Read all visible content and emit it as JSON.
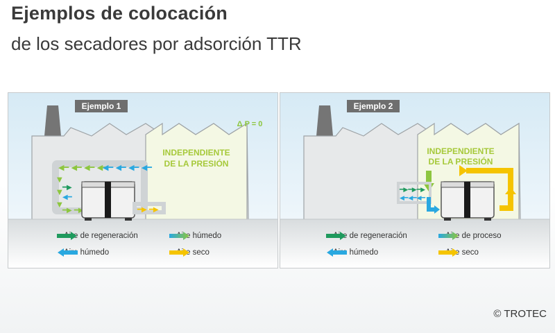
{
  "header": {
    "title": "Ejemplos de colocación",
    "subtitle": "de los secadores por adsorción TTR"
  },
  "panels": [
    {
      "label": "Ejemplo 1",
      "zone_label_1": "INDEPENDIENTE",
      "zone_label_2": "DE LA PRESIÓN",
      "pressure_note": "Δ P = 0",
      "legend": [
        {
          "label": "Aire de regeneración",
          "color": "#1f9a5e"
        },
        {
          "label": "Aire húmedo",
          "color": "#8dc63f"
        },
        {
          "label": "Aire húmedo",
          "color": "#29a8e0"
        },
        {
          "label": "Aire seco",
          "color": "#f5c400"
        }
      ]
    },
    {
      "label": "Ejemplo 2",
      "zone_label_1": "INDEPENDIENTE",
      "zone_label_2": "DE LA PRESIÓN",
      "legend": [
        {
          "label": "Aire de regeneración",
          "color": "#1f9a5e"
        },
        {
          "label": "Aire de proceso",
          "color": "#8dc63f"
        },
        {
          "label": "Aire húmedo",
          "color": "#29a8e0"
        },
        {
          "label": "Aire seco",
          "color": "#f5c400"
        }
      ]
    }
  ],
  "footer": {
    "copyright": "© TROTEC"
  },
  "colors": {
    "regeneration": "#1f9a5e",
    "humid_green": "#8dc63f",
    "humid_blue": "#29a8e0",
    "dry": "#f5c400",
    "zone_fill": "#f4f8e4",
    "zone_text": "#a6c93a"
  }
}
